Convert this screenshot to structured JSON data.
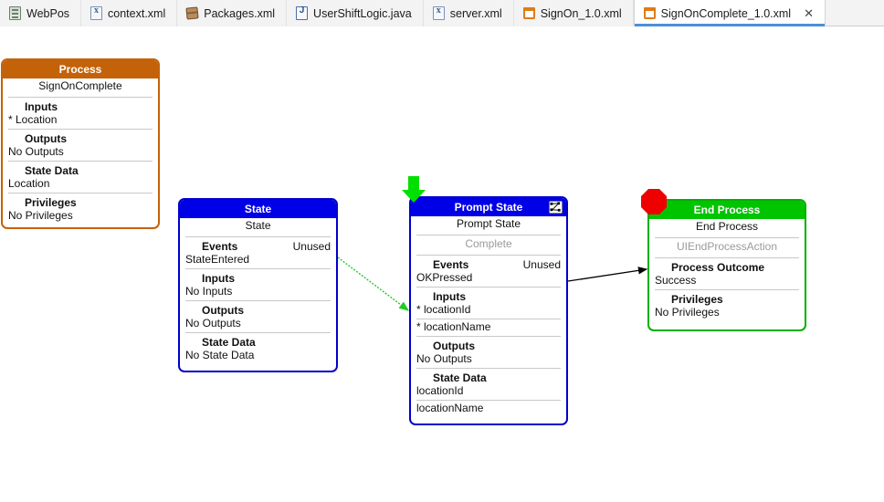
{
  "tabs": [
    {
      "label": "WebPos",
      "icon": "webpos-icon",
      "active": false,
      "closeable": false
    },
    {
      "label": "context.xml",
      "icon": "xml-file-icon",
      "active": false,
      "closeable": false
    },
    {
      "label": "Packages.xml",
      "icon": "package-icon",
      "active": false,
      "closeable": false
    },
    {
      "label": "UserShiftLogic.java",
      "icon": "java-file-icon",
      "active": false,
      "closeable": false
    },
    {
      "label": "server.xml",
      "icon": "xml-file-icon",
      "active": false,
      "closeable": false
    },
    {
      "label": "SignOn_1.0.xml",
      "icon": "process-file-icon",
      "active": false,
      "closeable": false
    },
    {
      "label": "SignOnComplete_1.0.xml",
      "icon": "process-file-icon",
      "active": true,
      "closeable": true,
      "close_glyph": "✕"
    }
  ],
  "colors": {
    "process_header": "#c4620a",
    "state_header": "#0000e6",
    "end_header": "#00c400",
    "start_marker": "#00e000",
    "stop_marker": "#ee0000",
    "transition_default": "#000000",
    "transition_event": "#22cc22"
  },
  "nodes": {
    "process": {
      "header": "Process",
      "name": "SignOnComplete",
      "sections": [
        {
          "title": "Inputs",
          "right": "",
          "values": [
            "* Location"
          ]
        },
        {
          "title": "Outputs",
          "right": "",
          "values": [
            "No Outputs"
          ]
        },
        {
          "title": "State Data",
          "right": "",
          "values": [
            "Location"
          ]
        },
        {
          "title": "Privileges",
          "right": "",
          "values": [
            "No Privileges"
          ]
        }
      ]
    },
    "state": {
      "header": "State",
      "name": "State",
      "sections": [
        {
          "title": "Events",
          "right": "Unused",
          "values": [
            "StateEntered"
          ]
        },
        {
          "title": "Inputs",
          "right": "",
          "values": [
            "No Inputs"
          ]
        },
        {
          "title": "Outputs",
          "right": "",
          "values": [
            "No Outputs"
          ]
        },
        {
          "title": "State Data",
          "right": "",
          "values": [
            "No State Data"
          ]
        }
      ]
    },
    "prompt_state": {
      "header": "Prompt State",
      "header_icon": "diagram-icon",
      "name": "Prompt State",
      "subtitle": "Complete",
      "sections": [
        {
          "title": "Events",
          "right": "Unused",
          "values": [
            "OKPressed"
          ]
        },
        {
          "title": "Inputs",
          "right": "",
          "values": [
            "* locationId",
            "* locationName"
          ]
        },
        {
          "title": "Outputs",
          "right": "",
          "values": [
            "No Outputs"
          ]
        },
        {
          "title": "State Data",
          "right": "",
          "values": [
            "locationId",
            "locationName"
          ]
        }
      ]
    },
    "end_process": {
      "header": "End Process",
      "name": "End Process",
      "subtitle": "UIEndProcessAction",
      "sections": [
        {
          "title": "Process Outcome",
          "right": "",
          "values": [
            "Success"
          ]
        },
        {
          "title": "Privileges",
          "right": "",
          "values": [
            "No Privileges"
          ]
        }
      ]
    }
  },
  "markers": {
    "start": "start-arrow-icon",
    "stop": "stop-octagon-icon"
  },
  "edges": [
    {
      "from": "state",
      "to": "prompt_state",
      "color": "#22cc22",
      "style": "dotted"
    },
    {
      "from": "prompt_state",
      "to": "end_process",
      "color": "#000000",
      "style": "solid"
    }
  ]
}
